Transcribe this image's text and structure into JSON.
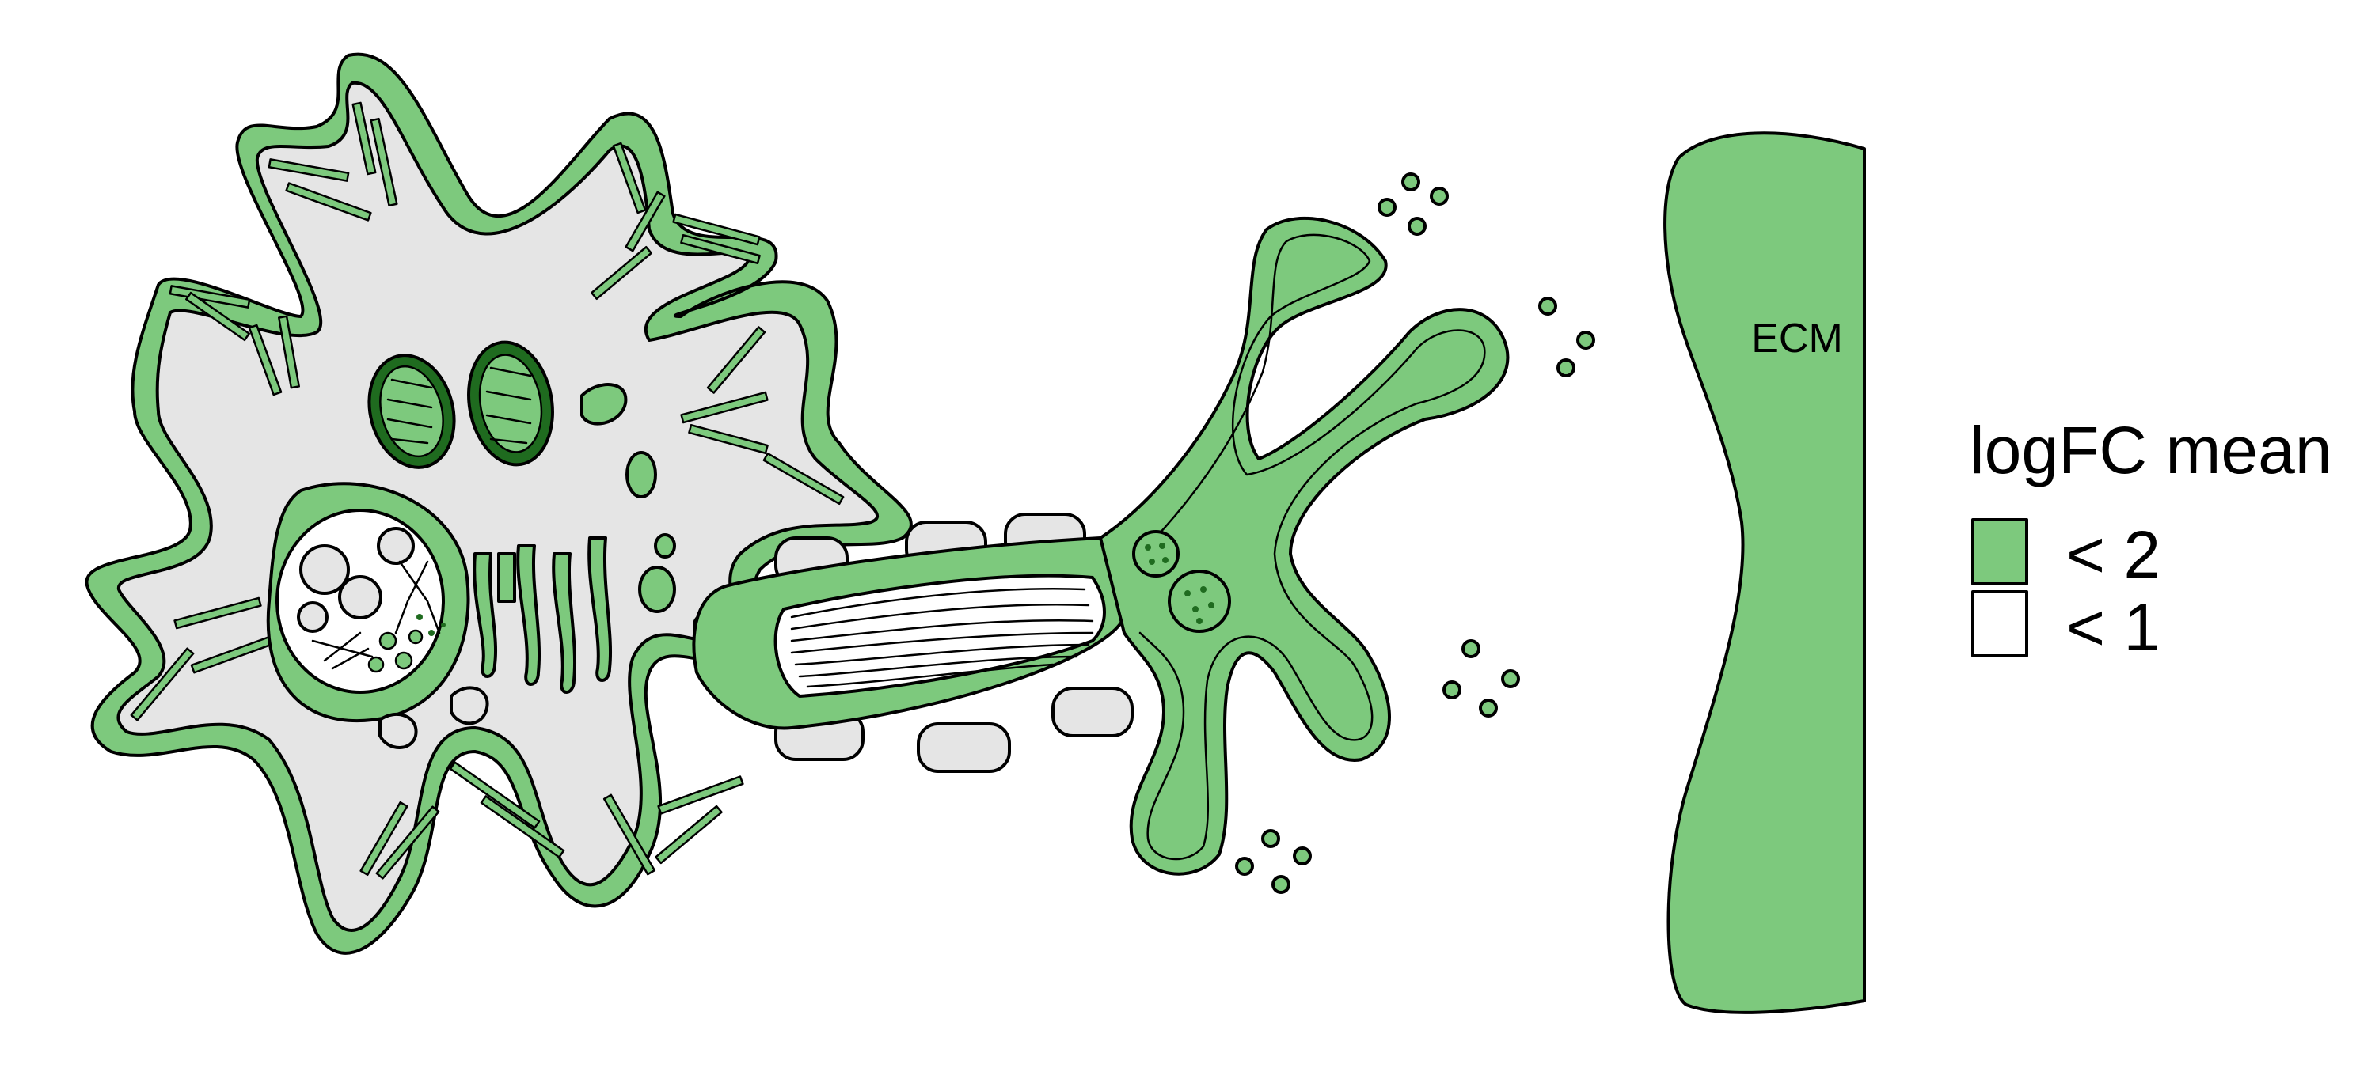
{
  "diagram": {
    "ecm_label": "ECM"
  },
  "legend": {
    "title": "logFC mean",
    "items": [
      {
        "label": "< 2",
        "color": "#7DC97D"
      },
      {
        "label": "< 1",
        "color": "#FFFFFF"
      }
    ]
  },
  "colors": {
    "expressed_green": "#7DC97D",
    "dark_green": "#1F6B1F",
    "cytoplasm_gray": "#E5E5E5",
    "outline": "#000000"
  }
}
